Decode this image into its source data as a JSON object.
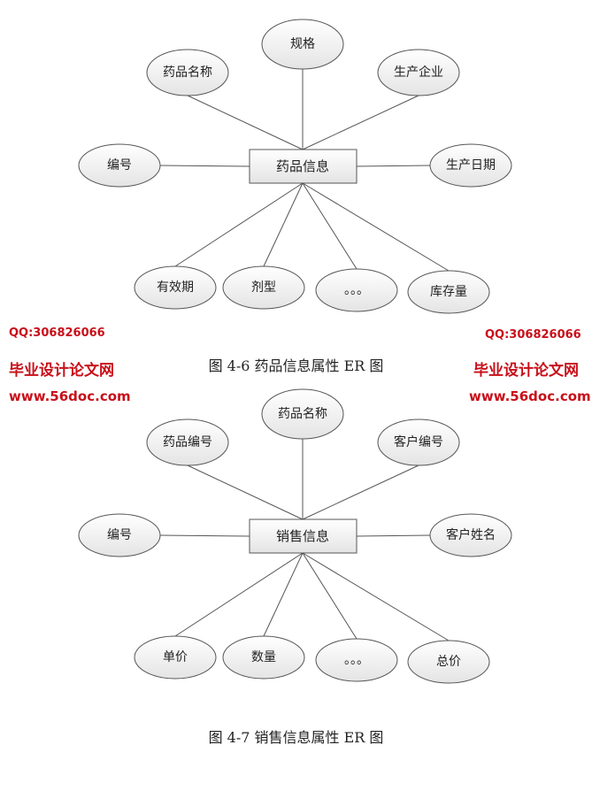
{
  "diagrams": [
    {
      "entity": "药品信息",
      "attributes_top": [
        "药品名称",
        "规格",
        "生产企业"
      ],
      "attribute_left": "编号",
      "attribute_right": "生产日期",
      "attributes_bottom": [
        "有效期",
        "剂型",
        "。。。",
        "库存量"
      ],
      "caption": "图 4-6 药品信息属性 ER 图"
    },
    {
      "entity": "销售信息",
      "attributes_top": [
        "药品编号",
        "药品名称",
        "客户编号"
      ],
      "attribute_left": "编号",
      "attribute_right": "客户姓名",
      "attributes_bottom": [
        "单价",
        "数量",
        "。。。",
        "总价"
      ],
      "caption": "图 4-7 销售信息属性 ER 图"
    }
  ],
  "watermark": {
    "site": "www.56doc.com",
    "name": "毕业设计论文网",
    "qq": "QQ:306826066"
  },
  "colors": {
    "watermark": "#c8101a",
    "line": "#555555"
  }
}
